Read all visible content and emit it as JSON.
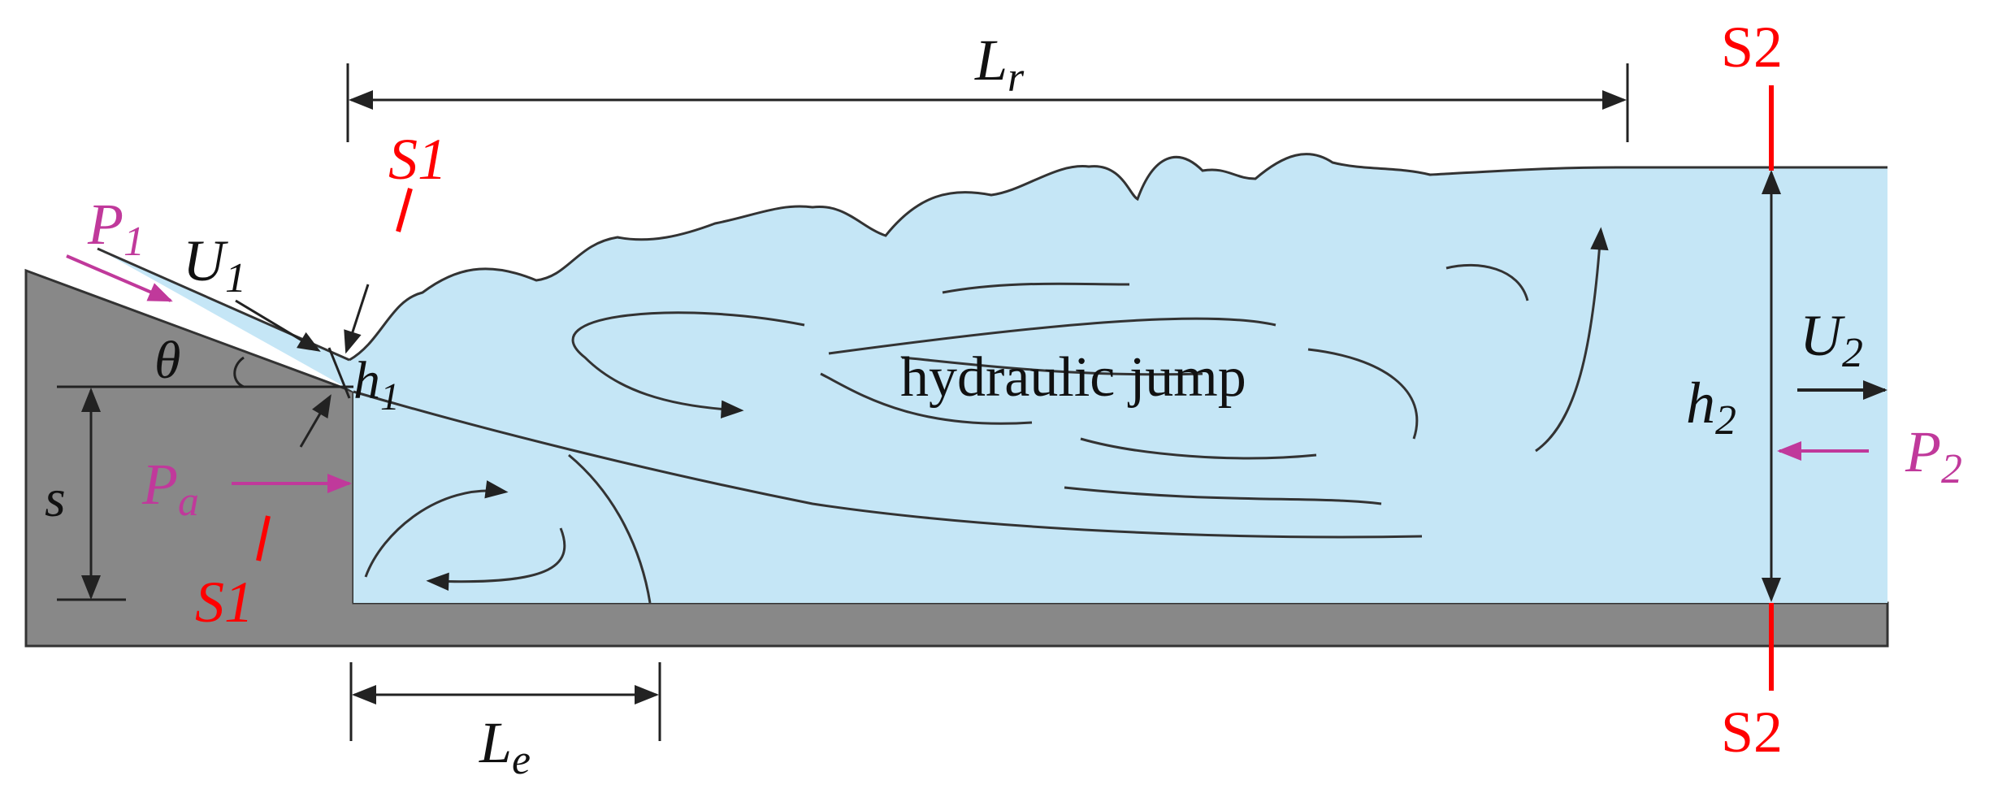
{
  "labels": {
    "Lr": {
      "main": "L",
      "sub": "r"
    },
    "Le": {
      "main": "L",
      "sub": "e"
    },
    "P1": {
      "main": "P",
      "sub": "1"
    },
    "P2": {
      "main": "P",
      "sub": "2"
    },
    "Pa": {
      "main": "P",
      "sub": "a"
    },
    "U1": {
      "main": "U",
      "sub": "1"
    },
    "U2": {
      "main": "U",
      "sub": "2"
    },
    "h1": {
      "main": "h",
      "sub": "1"
    },
    "h2": {
      "main": "h",
      "sub": "2"
    },
    "theta": "θ",
    "s": "s",
    "section1": "S1",
    "section2": "S2",
    "jump": "hydraulic jump"
  },
  "colors": {
    "water": "#c5e6f6",
    "solid": "#888888",
    "outline": "#333333",
    "section": "#ff0000",
    "pressure": "#c0399b",
    "dimension": "#222222"
  }
}
